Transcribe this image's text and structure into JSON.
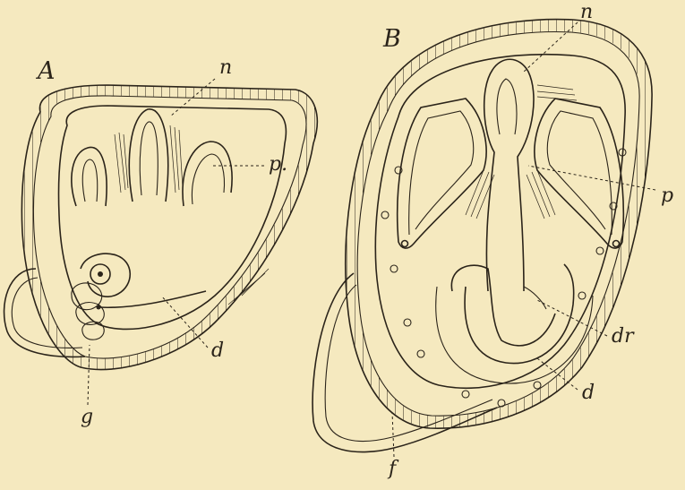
{
  "figures": [
    {
      "id": "A",
      "letter": "A",
      "labels": {
        "n": "n",
        "p": "p.",
        "d": "d",
        "g": "g"
      }
    },
    {
      "id": "B",
      "letter": "B",
      "labels": {
        "n": "n",
        "p": "p",
        "dr": "dr",
        "d": "d",
        "f": "f"
      }
    }
  ],
  "colors": {
    "paper": "#f5e9bf",
    "ink": "#2b241a"
  }
}
